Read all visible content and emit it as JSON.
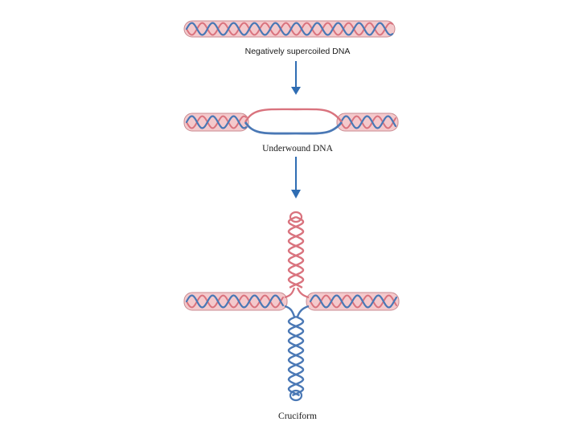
{
  "figure": {
    "stages": [
      {
        "id": "supercoiled",
        "caption": "Negatively supercoiled DNA"
      },
      {
        "id": "underwound",
        "caption": "Underwound DNA"
      },
      {
        "id": "cruciform",
        "caption": "Cruciform"
      }
    ],
    "colors": {
      "pink_strand": "#d9737e",
      "blue_strand": "#4a78b5",
      "tube_fill": "#f4c9cc",
      "tube_edge": "#c98a90",
      "arrow": "#2f6db3"
    }
  }
}
